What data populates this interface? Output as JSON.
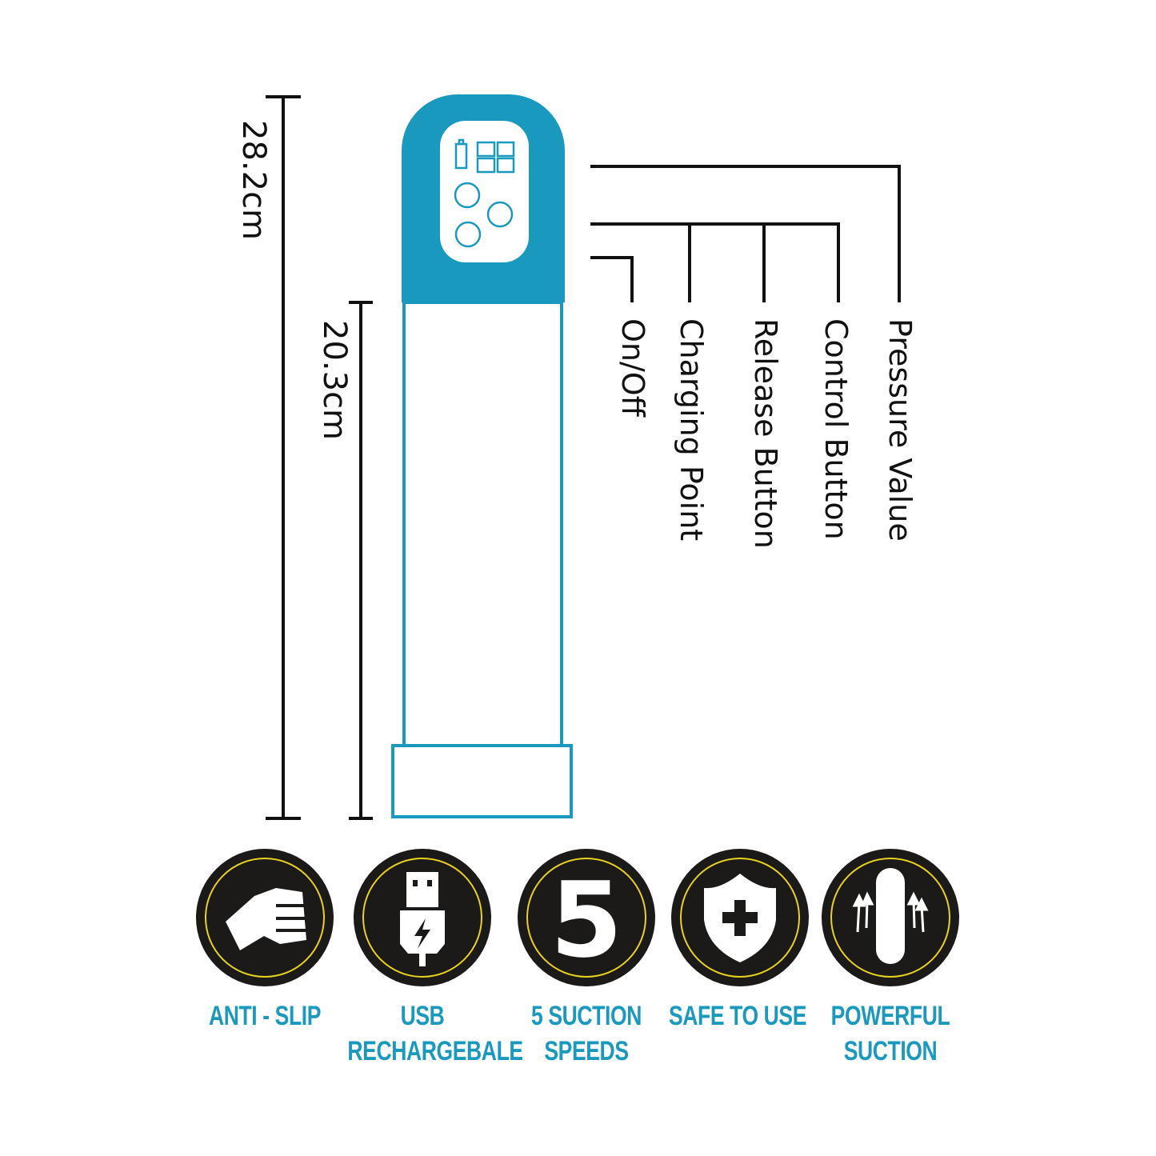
{
  "dimensions": {
    "total_length": "28.2cm",
    "cylinder_length": "20.3cm"
  },
  "callouts": [
    "On/Off",
    "Charging Point",
    "Release Button",
    "Control Button",
    "Pressure Value"
  ],
  "features": [
    {
      "icon": "fist-icon",
      "line1": "ANTI - SLIP",
      "line2": ""
    },
    {
      "icon": "usb-icon",
      "line1": "USB",
      "line2": "RECHARGEBALE"
    },
    {
      "icon": "number-five-icon",
      "line1": "5 SUCTION",
      "line2": "SPEEDS",
      "glyph": "5"
    },
    {
      "icon": "shield-cross-icon",
      "line1": "SAFE TO USE",
      "line2": ""
    },
    {
      "icon": "suction-arrows-icon",
      "line1": "POWERFUL",
      "line2": "SUCTION"
    }
  ],
  "colors": {
    "accent": "#1a99bf",
    "ring": "#e8d21f",
    "badge": "#1c1a19"
  }
}
